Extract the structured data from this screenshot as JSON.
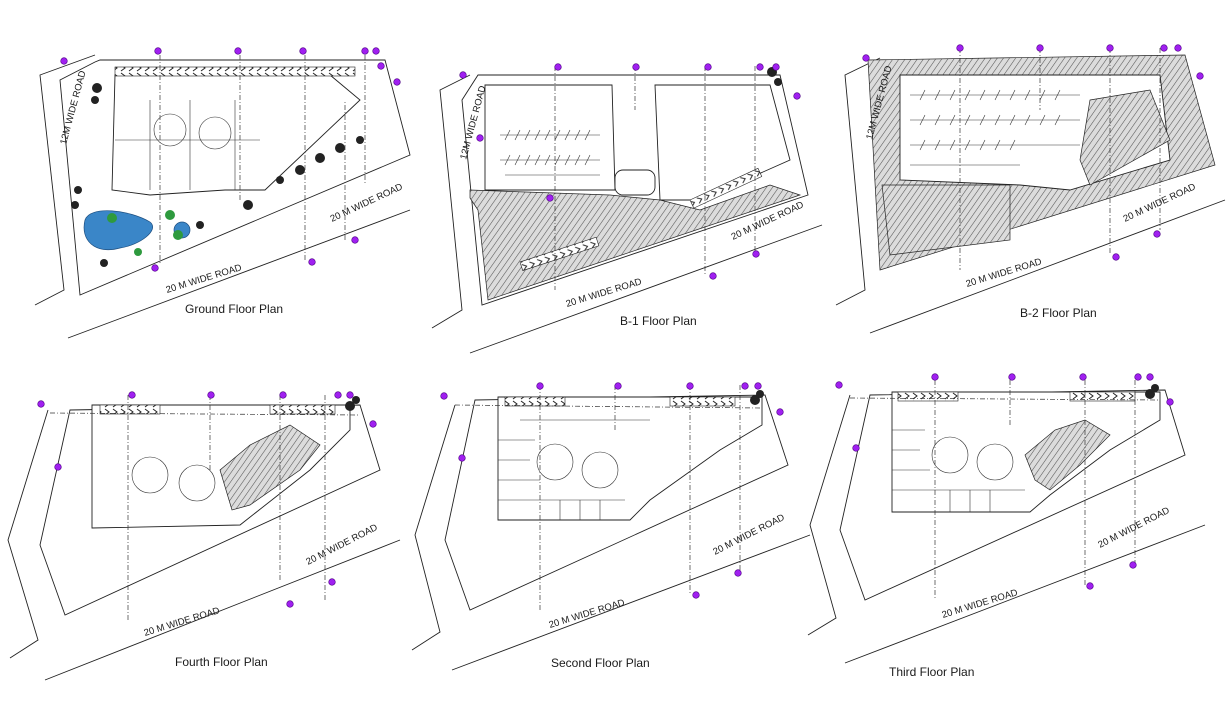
{
  "sheet": {
    "colors": {
      "marker": "#a020f0",
      "linework": "#222222",
      "water": "#3a86c8",
      "landscape": "#2e9a3e"
    },
    "plans": [
      {
        "key": "ground",
        "title": "Ground Floor Plan",
        "roads": [
          "12M WIDE ROAD",
          "20 M WIDE ROAD",
          "20 M WIDE ROAD"
        ]
      },
      {
        "key": "b1",
        "title": "B-1 Floor Plan",
        "roads": [
          "12M WIDE ROAD",
          "20 M WIDE ROAD",
          "20 M WIDE ROAD"
        ]
      },
      {
        "key": "b2",
        "title": "B-2 Floor Plan",
        "roads": [
          "12M WIDE ROAD",
          "20 M WIDE ROAD",
          "20 M WIDE ROAD"
        ]
      },
      {
        "key": "fourth",
        "title": "Fourth Floor Plan",
        "roads": [
          "20 M WIDE ROAD",
          "20 M WIDE ROAD"
        ]
      },
      {
        "key": "second",
        "title": "Second Floor Plan",
        "roads": [
          "20 M WIDE ROAD",
          "20 M WIDE ROAD"
        ]
      },
      {
        "key": "third",
        "title": "Third Floor Plan",
        "roads": [
          "20 M WIDE ROAD",
          "20 M WIDE ROAD"
        ]
      }
    ]
  }
}
